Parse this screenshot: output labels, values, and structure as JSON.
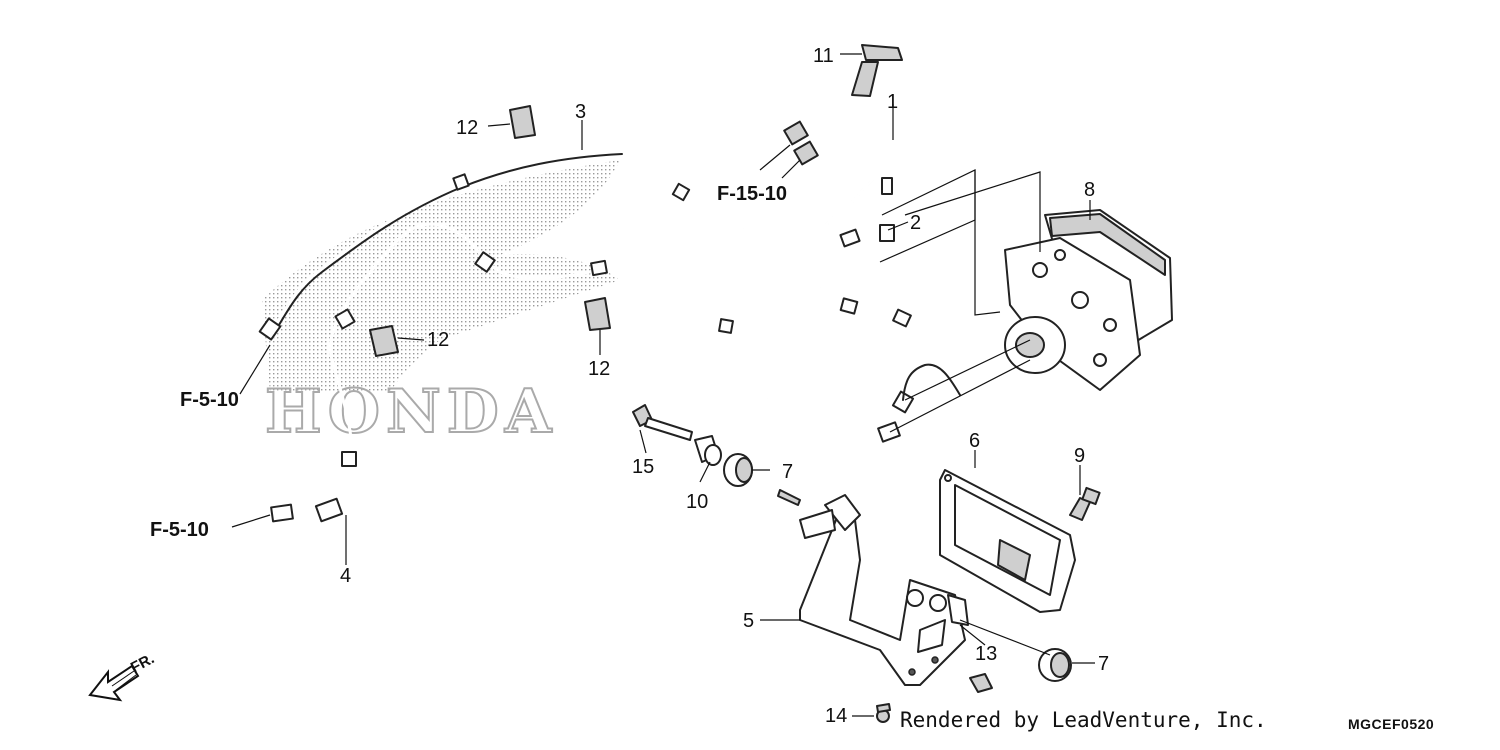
{
  "watermark": {
    "brand_text": "HONDA"
  },
  "callouts": [
    {
      "id": "c1",
      "text": "1"
    },
    {
      "id": "c2",
      "text": "2"
    },
    {
      "id": "c3",
      "text": "3"
    },
    {
      "id": "c4",
      "text": "4"
    },
    {
      "id": "c5",
      "text": "5"
    },
    {
      "id": "c6",
      "text": "6"
    },
    {
      "id": "c7a",
      "text": "7"
    },
    {
      "id": "c7b",
      "text": "7"
    },
    {
      "id": "c8",
      "text": "8"
    },
    {
      "id": "c9",
      "text": "9"
    },
    {
      "id": "c10",
      "text": "10"
    },
    {
      "id": "c11",
      "text": "11"
    },
    {
      "id": "c12a",
      "text": "12"
    },
    {
      "id": "c12b",
      "text": "12"
    },
    {
      "id": "c12c",
      "text": "12"
    },
    {
      "id": "c13",
      "text": "13"
    },
    {
      "id": "c14",
      "text": "14"
    },
    {
      "id": "c15",
      "text": "15"
    }
  ],
  "references": [
    {
      "id": "r1",
      "text": "F-15-10"
    },
    {
      "id": "r2",
      "text": "F-5-10"
    },
    {
      "id": "r3",
      "text": "F-5-10"
    }
  ],
  "direction": {
    "text": "FR."
  },
  "footer": {
    "credit": "Rendered by LeadVenture, Inc.",
    "diagram_code": "MGCEF0520"
  }
}
